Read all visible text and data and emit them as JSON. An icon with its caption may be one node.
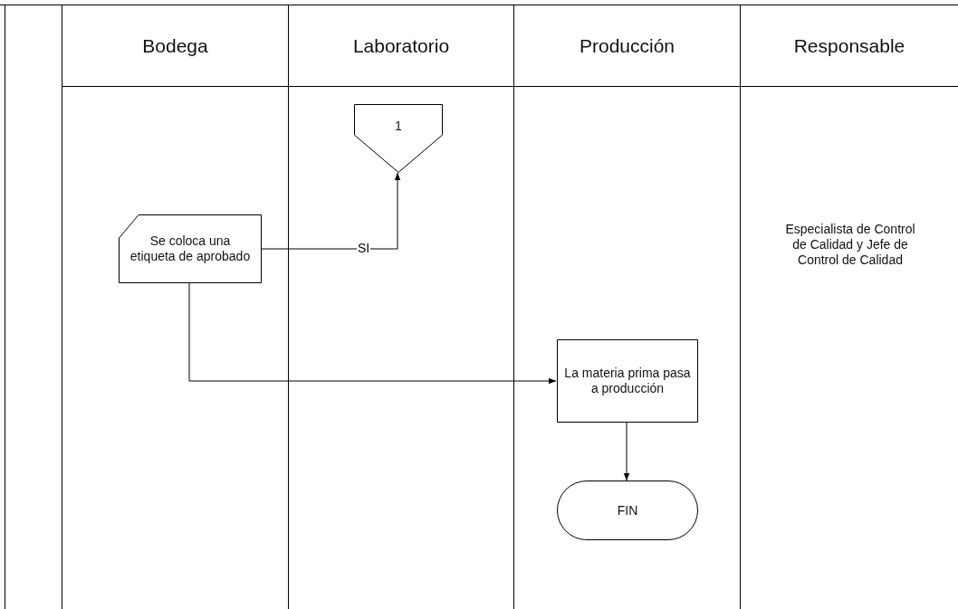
{
  "diagram": {
    "nodes": [
      {
        "text": [
          "Bodega"
        ]
      },
      {
        "text": [
          "Laboratorio"
        ]
      },
      {
        "text": [
          "Producción"
        ]
      },
      {
        "text": [
          "Responsable",
          "Especialista de Control de Calidad y Jefe de Control de Calidad"
        ]
      },
      {
        "text": [
          "Se coloca una etiqueta de aprobado"
        ],
        "in": 0
      },
      {
        "text": [
          "1"
        ],
        "in": 1
      },
      {
        "text": [
          "La materia prima pasa a producción"
        ],
        "in": 2
      },
      {
        "text": [
          "FIN"
        ],
        "in": 2
      }
    ],
    "edges": [
      {
        "from": 4,
        "to": 5,
        "arrow": "to",
        "label": "SI"
      },
      {
        "from": 4,
        "to": 6,
        "arrow": "to"
      },
      {
        "from": 6,
        "to": 7,
        "arrow": "to"
      }
    ]
  }
}
